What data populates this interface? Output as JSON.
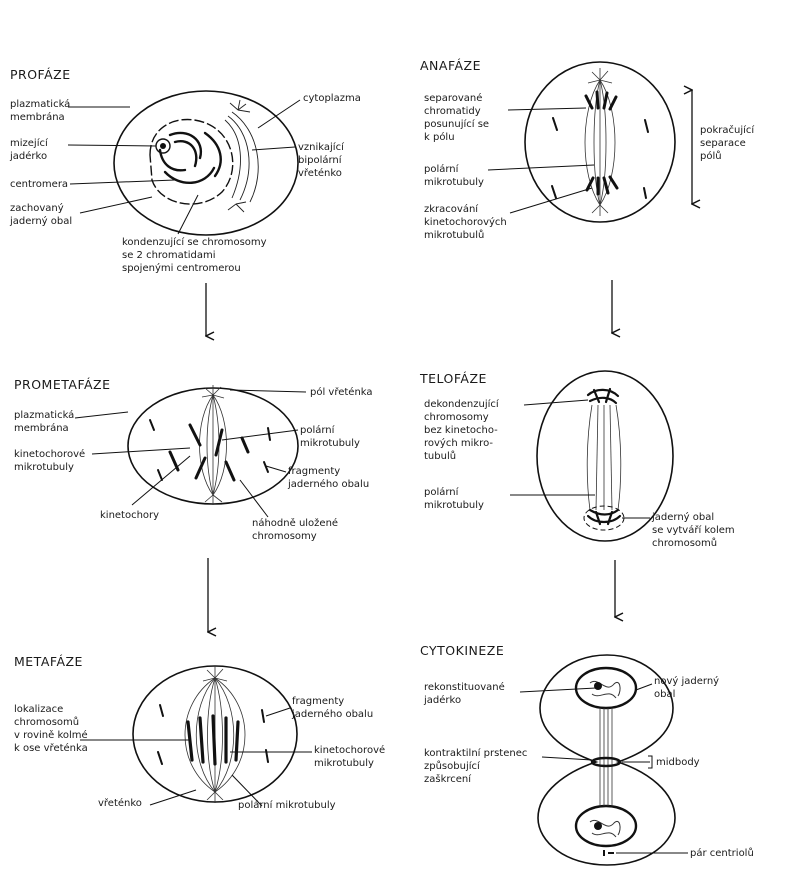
{
  "panels": {
    "profaze": {
      "title": "PROFÁZE",
      "labels": {
        "membrane": [
          "plazmatická",
          "membrána"
        ],
        "nucleolus": [
          "mizející",
          "jadérko"
        ],
        "centromere": [
          "centromera"
        ],
        "envelope": [
          "zachovaný",
          "jaderný obal"
        ],
        "chromosomes": [
          "kondenzující se chromosomy",
          "se 2 chromatidami",
          "spojenými centromerou"
        ],
        "cytoplasm": [
          "cytoplazma"
        ],
        "spindle": [
          "vznikající",
          "bipolární",
          "vřeténko"
        ]
      }
    },
    "prometafaze": {
      "title": "PROMETAFÁZE",
      "labels": {
        "membrane": [
          "plazmatická",
          "membrána"
        ],
        "kinetochore_mt": [
          "kinetochorové",
          "mikrotubuly"
        ],
        "kinetochores": [
          "kinetochory"
        ],
        "pole": [
          "pól vřeténka"
        ],
        "polar_mt": [
          "polární",
          "mikrotubuly"
        ],
        "fragments": [
          "fragmenty",
          "jaderného obalu"
        ],
        "random": [
          "náhodně uložené",
          "chromosomy"
        ]
      }
    },
    "metafaze": {
      "title": "METAFÁZE",
      "labels": {
        "localization": [
          "lokalizace",
          "chromosomů",
          "v rovině kolmé",
          "k ose vřeténka"
        ],
        "spindle": [
          "vřeténko"
        ],
        "fragments": [
          "fragmenty",
          "jaderného obalu"
        ],
        "kinetochore_mt": [
          "kinetochorové",
          "mikrotubuly"
        ],
        "polar_mt": [
          "polární mikrotubuly"
        ]
      }
    },
    "anafaze": {
      "title": "ANAFÁZE",
      "labels": {
        "separated": [
          "separované",
          "chromatidy",
          "posunující se",
          "k pólu"
        ],
        "polar_mt": [
          "polární",
          "mikrotubuly"
        ],
        "shortened": [
          "zkracování",
          "kinetochorových",
          "mikrotubulů"
        ],
        "continuing": [
          "pokračující",
          "separace",
          "pólů"
        ]
      }
    },
    "telofaze": {
      "title": "TELOFÁZE",
      "labels": {
        "decondensing": [
          "dekondenzující",
          "chromosomy",
          "bez kinetocho-",
          "rových mikro-",
          "tubulů"
        ],
        "polar_mt": [
          "polární",
          "mikrotubuly"
        ],
        "envelope": [
          "jaderný obal",
          "se vytváří kolem",
          "chromosomů"
        ]
      }
    },
    "cytokineze": {
      "title": "CYTOKINEZE",
      "labels": {
        "nucleolus": [
          "rekonstituované",
          "jadérko"
        ],
        "envelope": [
          "nový jaderný",
          "obal"
        ],
        "ring": [
          "kontraktilní prstenec",
          "způsobující",
          "zaškrcení"
        ],
        "midbody": [
          "midbody"
        ],
        "centrioles": [
          "pár centriolů"
        ]
      }
    }
  }
}
